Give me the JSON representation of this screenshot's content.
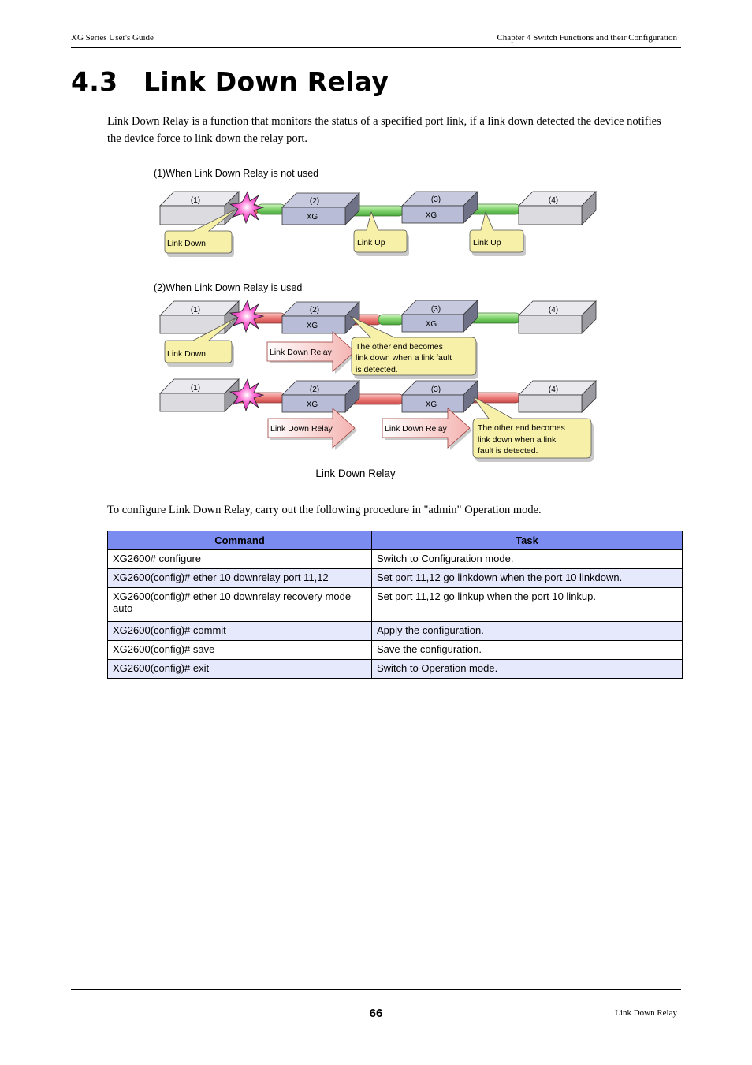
{
  "header": {
    "left": "XG Series User's Guide",
    "right": "Chapter 4 Switch Functions and their Configuration"
  },
  "section": {
    "number": "4.3",
    "title": "Link Down Relay"
  },
  "intro": "Link Down Relay is a function that monitors the status of a specified port link, if a link down detected the device notifies the device force to link down the relay port.",
  "figure": {
    "caption": "Link Down Relay",
    "scenario1": {
      "label": "(1)When Link Down Relay is not used",
      "box1": "(1)",
      "box2": "(2)",
      "box3": "(3)",
      "box4": "(4)",
      "xg": "XG",
      "callout_down": "Link Down",
      "callout_up1": "Link Up",
      "callout_up2": "Link Up"
    },
    "scenario2": {
      "label": "(2)When Link Down Relay is used",
      "box1": "(1)",
      "box2": "(2)",
      "box3": "(3)",
      "box4": "(4)",
      "xg": "XG",
      "callout_down": "Link Down",
      "relay": "Link Down Relay",
      "note_line1": "The other end becomes",
      "note_line2": "link down when a link fault",
      "note_line3": "is detected."
    },
    "scenario3": {
      "box1": "(1)",
      "box2": "(2)",
      "box3": "(3)",
      "box4": "(4)",
      "xg": "XG",
      "relay1": "Link Down Relay",
      "relay2": "Link Down Relay",
      "note_line1": "The other end becomes",
      "note_line2": "link down when a link",
      "note_line3": "fault is detected."
    }
  },
  "procedure_text": "To configure Link Down Relay, carry out the following procedure in \"admin\" Operation mode.",
  "table": {
    "headers": [
      "Command",
      "Task"
    ],
    "rows": [
      [
        "XG2600# configure",
        "Switch to Configuration mode."
      ],
      [
        "XG2600(config)# ether 10 downrelay port 11,12",
        "Set port 11,12 go linkdown when the port 10 linkdown."
      ],
      [
        "XG2600(config)# ether 10 downrelay recovery mode\n auto",
        "Set port 11,12 go linkup when the port 10 linkup."
      ],
      [
        "XG2600(config)# commit",
        "Apply the configuration."
      ],
      [
        "XG2600(config)# save",
        "Save the configuration."
      ],
      [
        "XG2600(config)# exit",
        "Switch to Operation mode."
      ]
    ]
  },
  "footer": {
    "page": "66",
    "right": "Link Down Relay"
  },
  "colors": {
    "table_header": "#7b8cf0",
    "table_alt": "#e6e8fb",
    "link_up": "#7fd36b",
    "link_down": "#ec7a78",
    "callout": "#f7f0a8"
  }
}
